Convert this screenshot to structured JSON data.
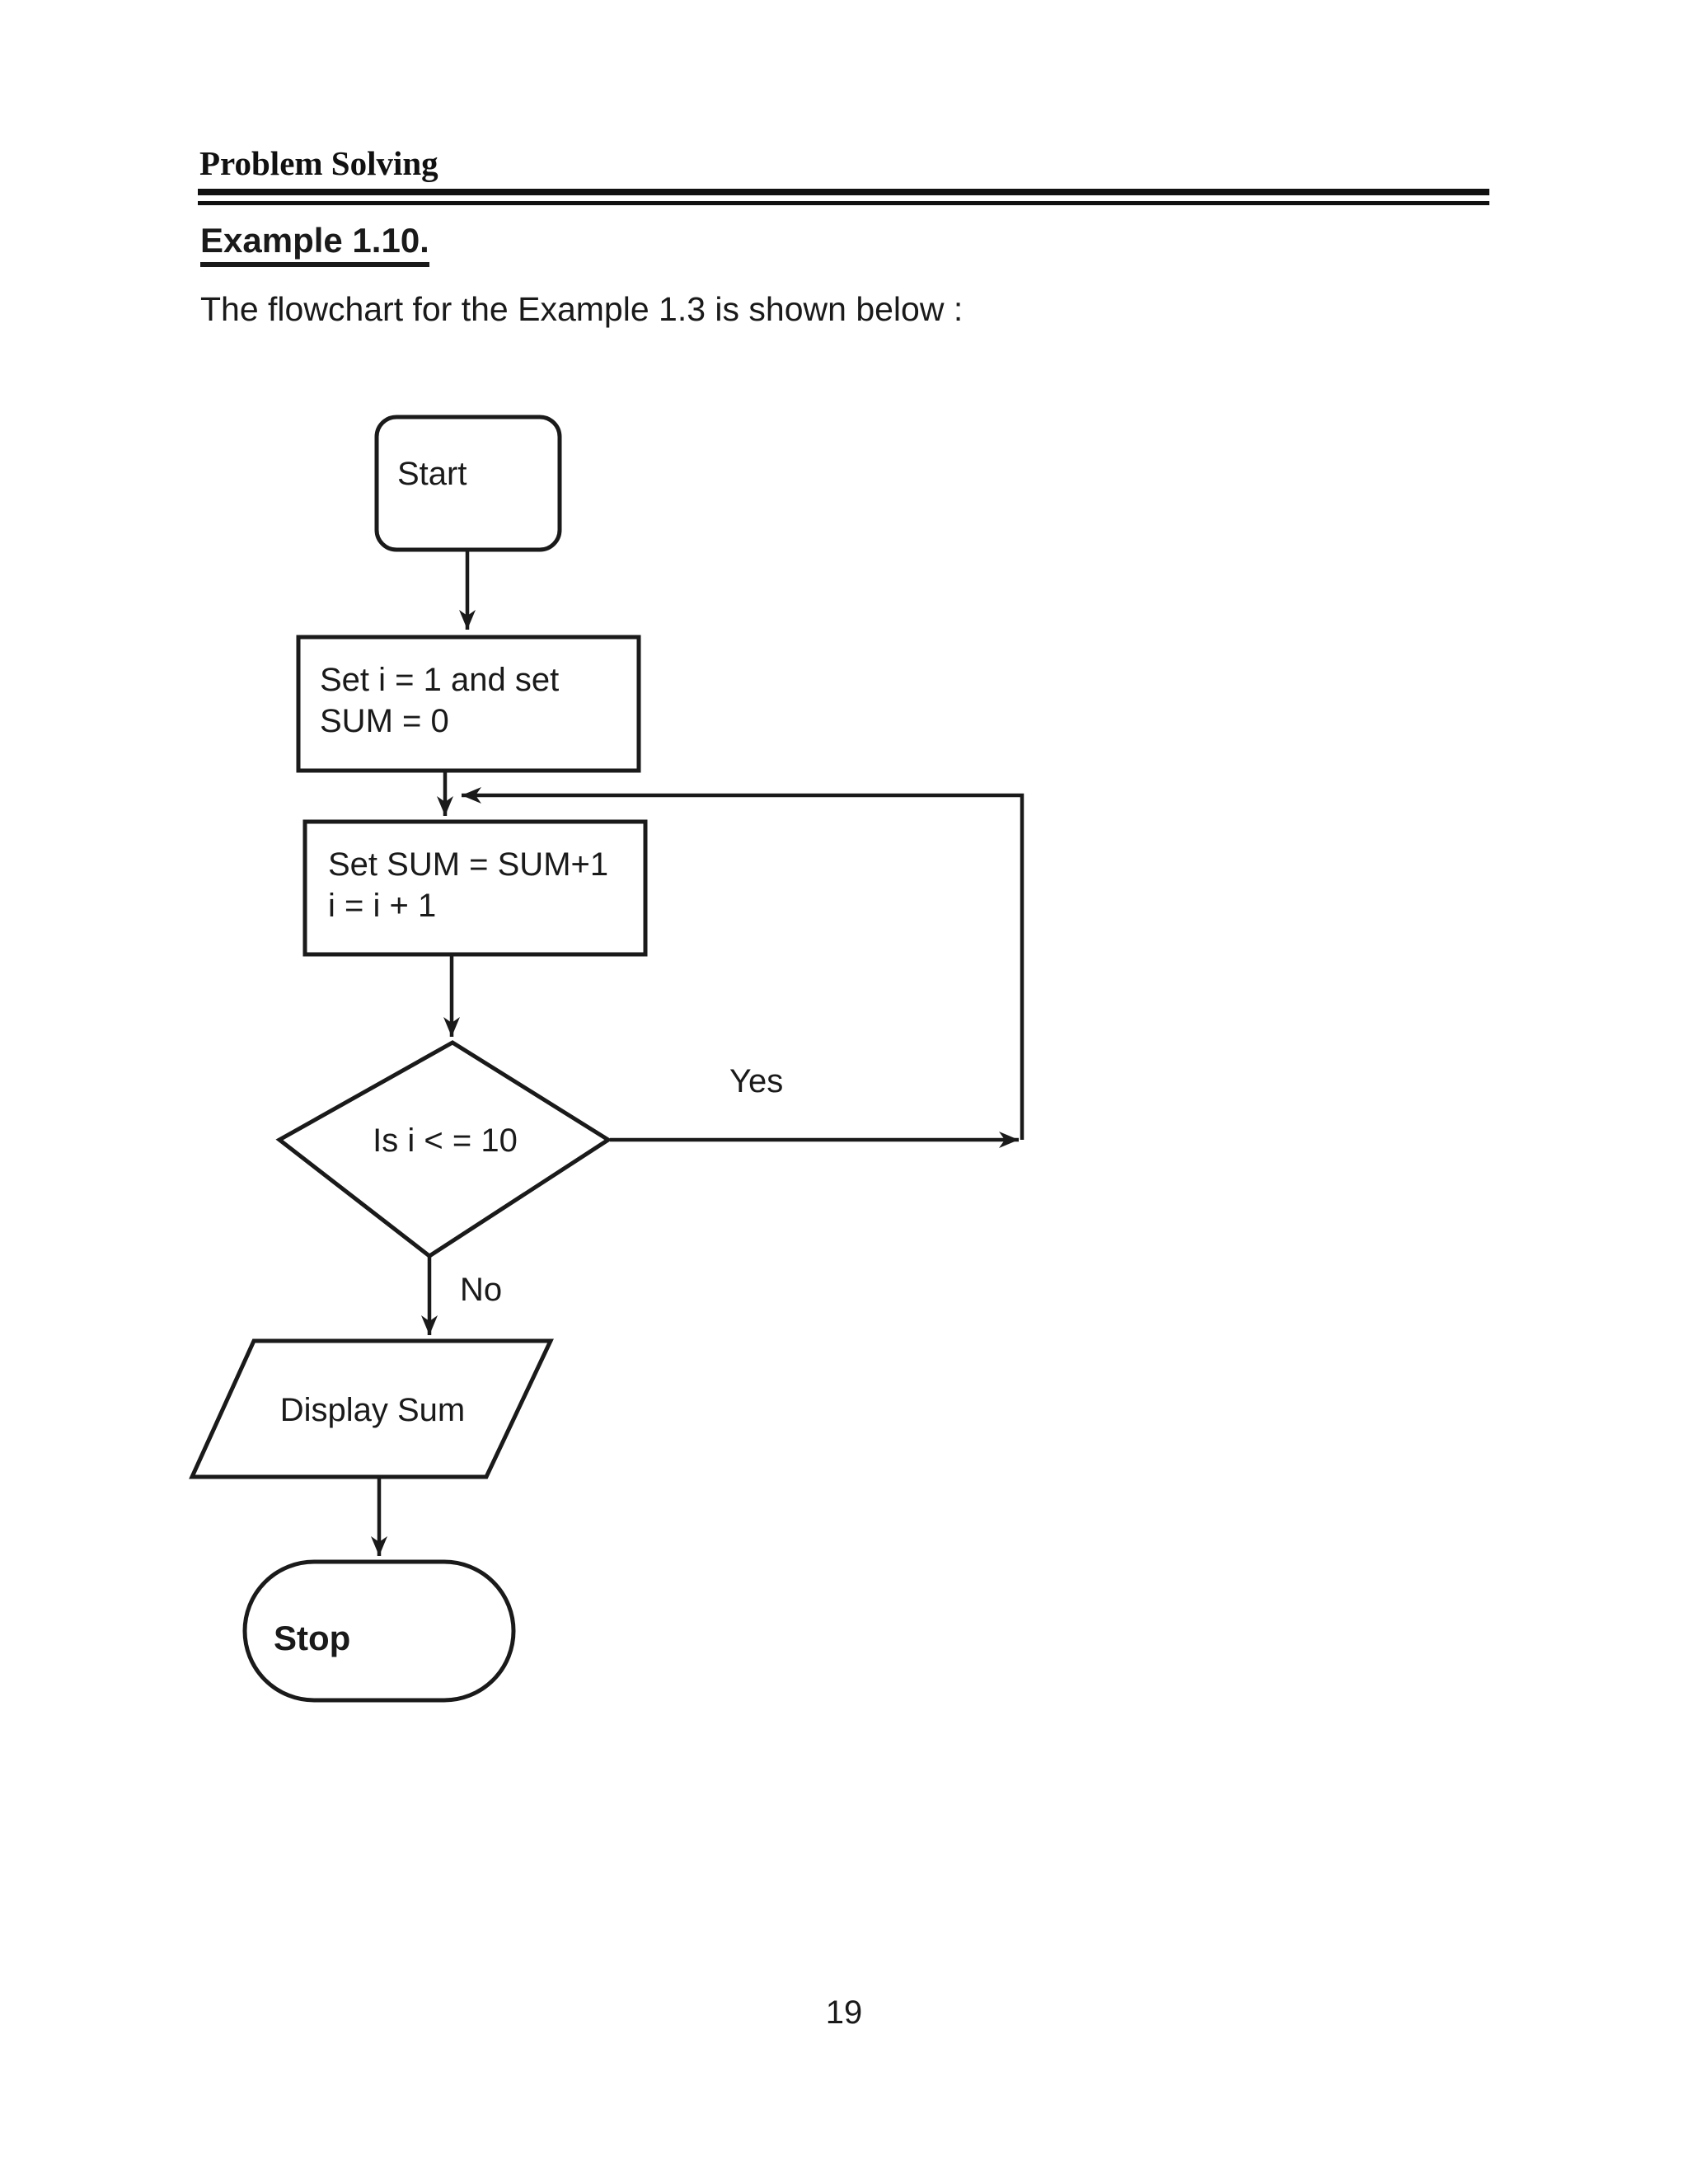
{
  "page": {
    "header_title": "Problem Solving",
    "page_number": "19"
  },
  "content": {
    "example_heading": "Example 1.10.",
    "intro_text": "The flowchart for the Example 1.3 is shown below :"
  },
  "flowchart": {
    "ink_color": "#1a1a1a",
    "nodes": {
      "start": {
        "shape": "rounded-rect",
        "label": "Start"
      },
      "init": {
        "shape": "rect",
        "lines": [
          "Set i = 1 and set",
          "SUM = 0"
        ]
      },
      "accumulate": {
        "shape": "rect",
        "lines": [
          "Set SUM = SUM+1",
          "i = i + 1"
        ]
      },
      "decision": {
        "shape": "diamond",
        "label": "Is i < = 10"
      },
      "display": {
        "shape": "parallelogram",
        "label": "Display Sum"
      },
      "stop": {
        "shape": "stadium",
        "label": "Stop"
      }
    },
    "edge_labels": {
      "yes": "Yes",
      "no": "No"
    }
  }
}
